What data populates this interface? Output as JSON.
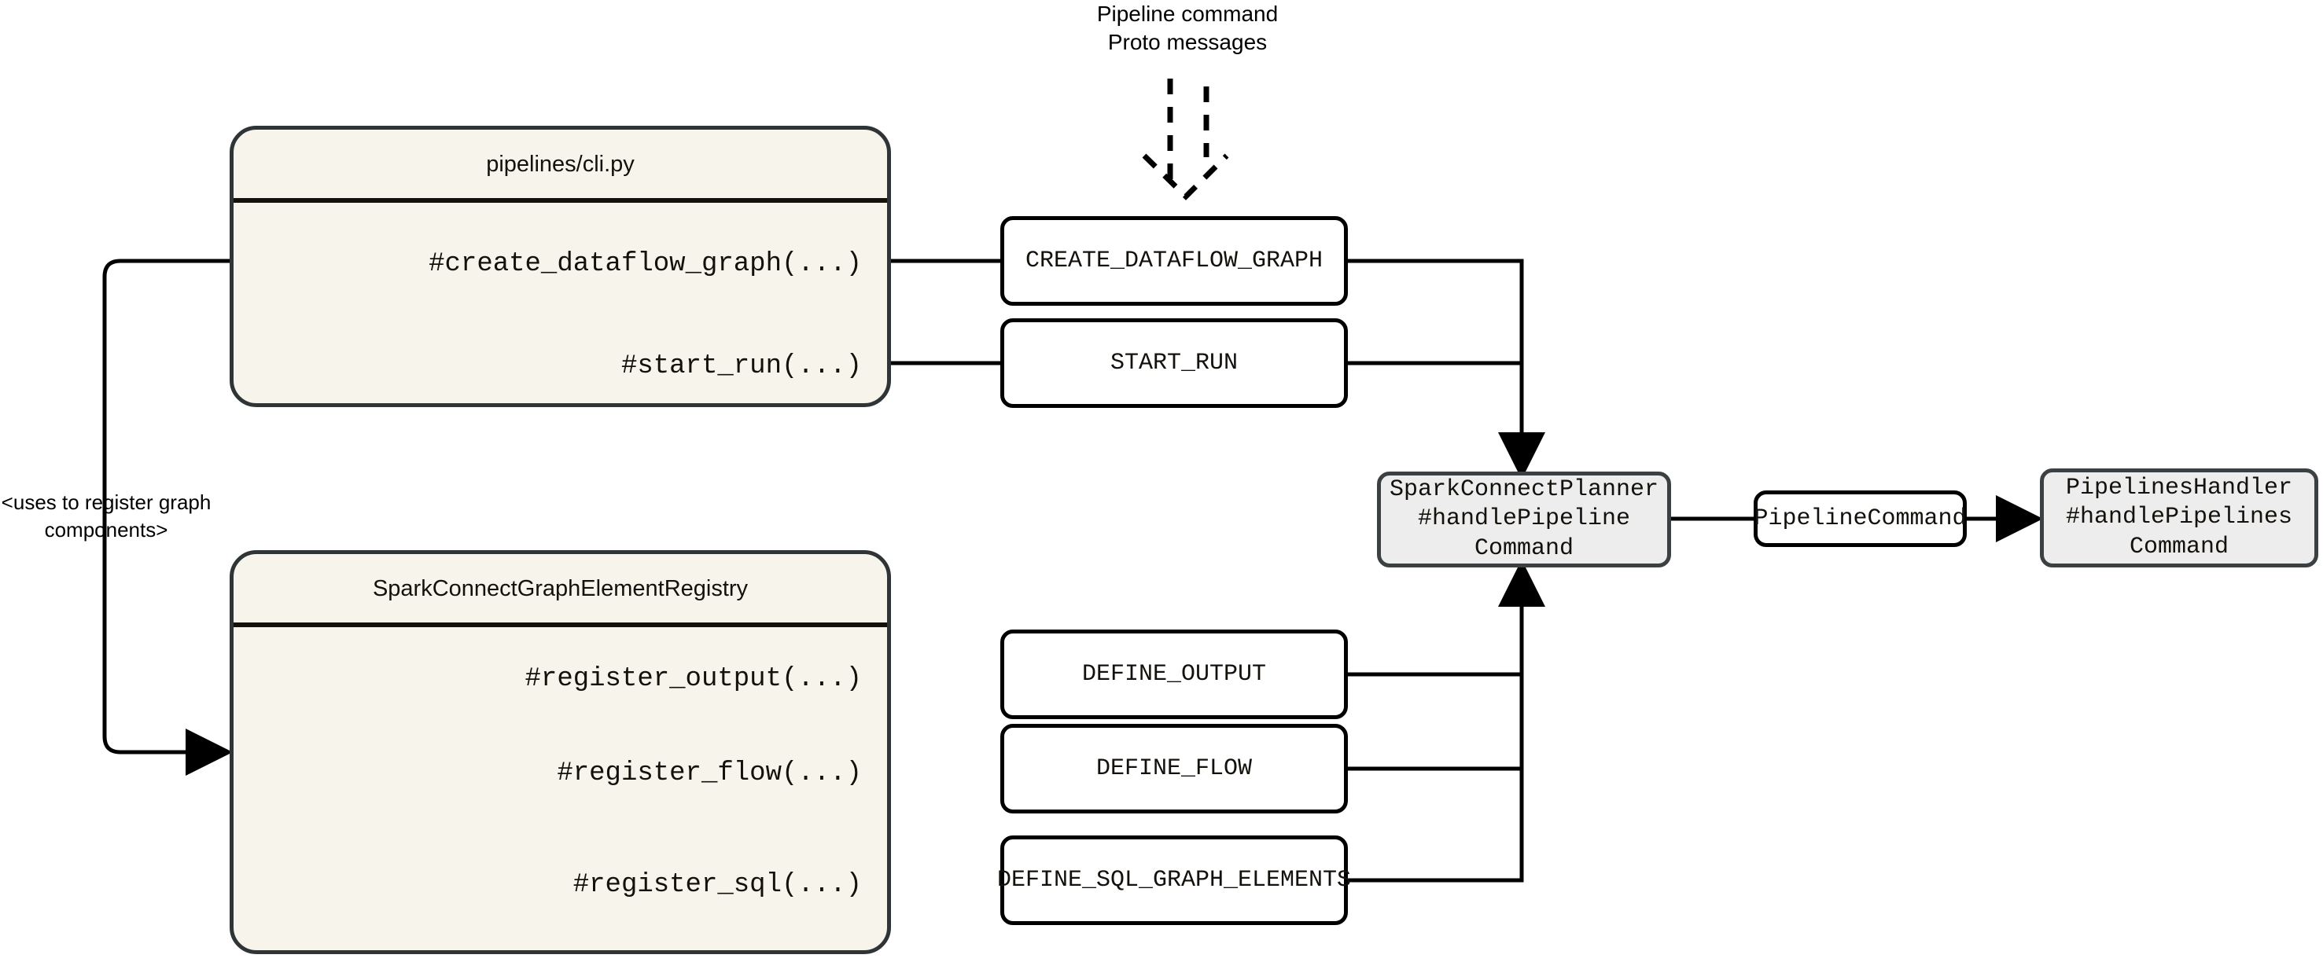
{
  "diagram": {
    "title_note": {
      "text": "Pipeline command\nProto messages"
    },
    "edge_labels": {
      "uses_to_register": "<uses to register graph\ncomponents>"
    },
    "classes": [
      {
        "id": "cli",
        "title": "pipelines/cli.py",
        "methods": [
          "#create_dataflow_graph(...)",
          "#start_run(...)"
        ]
      },
      {
        "id": "registry",
        "title": "SparkConnectGraphElementRegistry",
        "methods": [
          "#register_output(...)",
          "#register_flow(...)",
          "#register_sql(...)"
        ]
      }
    ],
    "commands": [
      {
        "id": "create_dataflow_graph",
        "label": "CREATE_DATAFLOW_GRAPH"
      },
      {
        "id": "start_run",
        "label": "START_RUN"
      },
      {
        "id": "define_output",
        "label": "DEFINE_OUTPUT"
      },
      {
        "id": "define_flow",
        "label": "DEFINE_FLOW"
      },
      {
        "id": "define_sql_graph_elements",
        "label": "DEFINE_SQL_GRAPH_ELEMENTS"
      }
    ],
    "handlers": [
      {
        "id": "spark_connect_planner",
        "label": "SparkConnectPlanner\n#handlePipeline\nCommand"
      },
      {
        "id": "pipelines_handler",
        "label": "PipelinesHandler\n#handlePipelines\nCommand"
      }
    ],
    "message": {
      "id": "pipeline_command",
      "label": "PipelineCommand"
    },
    "colors": {
      "class_fill": "#f7f4ec",
      "class_stroke": "#2f3437",
      "command_fill": "#ffffff",
      "command_stroke": "#000000",
      "handler_fill": "#ededed",
      "handler_stroke": "#3b4043",
      "line": "#000000",
      "background": "#ffffff"
    }
  }
}
